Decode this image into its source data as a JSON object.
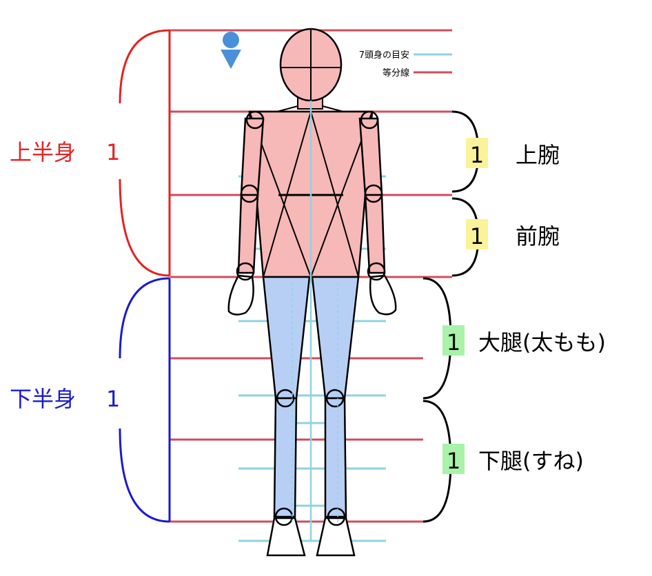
{
  "legend": {
    "guide_label": "7頭身の目安",
    "division_label": "等分線"
  },
  "upper_body": {
    "label": "上半身",
    "ratio": "1"
  },
  "lower_body": {
    "label": "下半身",
    "ratio": "1"
  },
  "segments": [
    {
      "ratio": "1",
      "label": "上腕"
    },
    {
      "ratio": "1",
      "label": "前腕"
    },
    {
      "ratio": "1",
      "label": "大腿(太もも)"
    },
    {
      "ratio": "1",
      "label": "下腿(すね)"
    }
  ],
  "colors": {
    "upper_red": "#e32222",
    "lower_blue": "#1a1ad0",
    "division_line": "#d04c5c",
    "guide_line": "#8fd3e0",
    "torso_fill": "#f7b8b8",
    "leg_fill": "#b8cff5",
    "badge_yellow": "#faf39a",
    "badge_green": "#a9f2a9",
    "marker_blue": "#4a90d9"
  }
}
